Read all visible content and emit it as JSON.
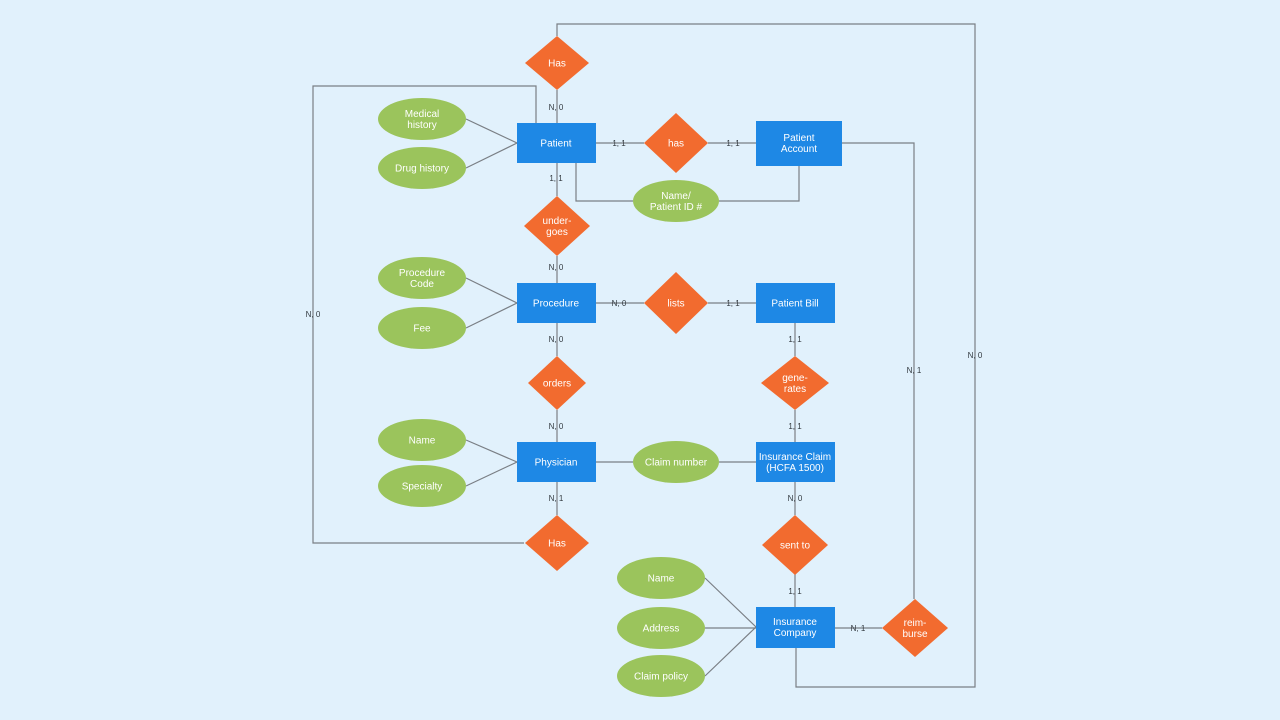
{
  "colors": {
    "background": "#e1f1fc",
    "entity": "#1e88e5",
    "attribute": "#9bc45c",
    "relationship": "#f26b2f",
    "connector": "#7a7f85"
  },
  "entities": {
    "patient": [
      "Patient"
    ],
    "patient_account": [
      "Patient",
      "Account"
    ],
    "procedure": [
      "Procedure"
    ],
    "patient_bill": [
      "Patient Bill"
    ],
    "physician": [
      "Physician"
    ],
    "insurance_claim": [
      "Insurance Claim",
      "(HCFA 1500)"
    ],
    "insurance_company": [
      "Insurance",
      "Company"
    ]
  },
  "attributes": {
    "medical_history": [
      "Medical",
      "history"
    ],
    "drug_history": [
      "Drug history"
    ],
    "name_patient_id": [
      "Name/",
      "Patient ID #"
    ],
    "procedure_code": [
      "Procedure",
      "Code"
    ],
    "fee": [
      "Fee"
    ],
    "physician_name": [
      "Name"
    ],
    "specialty": [
      "Specialty"
    ],
    "claim_number": [
      "Claim number"
    ],
    "company_name": [
      "Name"
    ],
    "address": [
      "Address"
    ],
    "claim_policy": [
      "Claim policy"
    ]
  },
  "relationships": {
    "has_top": [
      "Has"
    ],
    "has_account": [
      "has"
    ],
    "undergoes": [
      "under-",
      "goes"
    ],
    "lists": [
      "lists"
    ],
    "orders": [
      "orders"
    ],
    "generates": [
      "gene-",
      "rates"
    ],
    "has_bottom": [
      "Has"
    ],
    "sent_to": [
      "sent to"
    ],
    "reimburse": [
      "reim-",
      "burse"
    ]
  },
  "cardinalities": {
    "has_top_patient": "N, 0",
    "patient_has": "1, 1",
    "has_account": "1, 1",
    "patient_undergoes": "1, 1",
    "undergoes_procedure": "N, 0",
    "procedure_lists": "N, 0",
    "lists_bill": "1, 1",
    "procedure_orders": "N, 0",
    "orders_physician": "N, 0",
    "bill_generates": "1, 1",
    "generates_claim": "1, 1",
    "physician_has": "N, 1",
    "left_loop": "N, 0",
    "claim_sent_to": "N, 0",
    "sent_to_company": "1, 1",
    "company_reimburse": "N, 1",
    "account_reimburse": "N, 1",
    "outer_loop": "N, 0"
  }
}
